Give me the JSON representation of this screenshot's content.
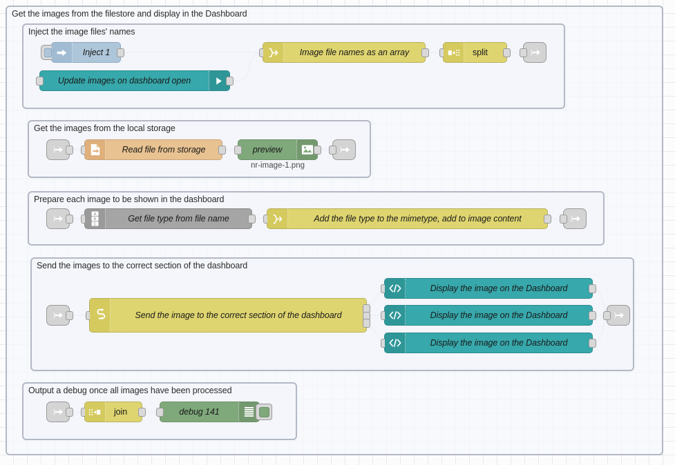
{
  "canvas": {
    "title": "Node-RED flow editor canvas"
  },
  "groups": [
    {
      "id": "outer",
      "label": "Get the images from the filestore and display in the Dashboard"
    },
    {
      "id": "inject",
      "label": "Inject the image files' names"
    },
    {
      "id": "storage",
      "label": "Get the images from the local storage"
    },
    {
      "id": "prepare",
      "label": "Prepare each image to be shown in the dashboard"
    },
    {
      "id": "send",
      "label": "Send the images to the correct section of the dashboard"
    },
    {
      "id": "debug",
      "label": "Output a debug once all images have been processed"
    }
  ],
  "nodes": {
    "inject_1": {
      "label": "Inject 1",
      "type": "inject",
      "icon": "arrow-inject-icon",
      "color": "blue"
    },
    "ui_control": {
      "label": "Update images on dashboard open",
      "type": "ui-control",
      "icon": "arrow-right-icon",
      "color": "teal"
    },
    "file_names": {
      "label": "Image file names as an array",
      "type": "function",
      "icon": "function-icon",
      "color": "yellow"
    },
    "split": {
      "label": "split",
      "type": "split",
      "icon": "split-icon",
      "color": "yellow"
    },
    "link_out_1": {
      "label": "",
      "type": "link-out",
      "icon": "link-out-icon",
      "color": "grey"
    },
    "link_in_2": {
      "label": "",
      "type": "link-in",
      "icon": "link-in-icon",
      "color": "grey"
    },
    "read_file": {
      "label": "Read file from storage",
      "type": "file-in",
      "icon": "file-icon",
      "color": "orange"
    },
    "preview": {
      "label": "preview",
      "type": "image-preview",
      "icon": "image-icon",
      "color": "green",
      "sublabel": "nr-image-1.png"
    },
    "link_out_2": {
      "label": "",
      "type": "link-out",
      "icon": "link-out-icon",
      "color": "grey"
    },
    "link_in_3": {
      "label": "",
      "type": "link-in",
      "icon": "link-in-icon",
      "color": "grey"
    },
    "get_file_type": {
      "label": "Get file type from file name",
      "type": "change",
      "icon": "change-abc-icon",
      "color": "grey"
    },
    "add_mimetype": {
      "label": "Add the file type to the mimetype, add to image content",
      "type": "function",
      "icon": "function-icon",
      "color": "yellow"
    },
    "link_out_3": {
      "label": "",
      "type": "link-out",
      "icon": "link-out-icon",
      "color": "grey"
    },
    "link_in_4": {
      "label": "",
      "type": "link-in",
      "icon": "link-in-icon",
      "color": "grey"
    },
    "switch_section": {
      "label": "Send the image to the correct section of the dashboard",
      "type": "switch",
      "icon": "switch-icon",
      "color": "yellow"
    },
    "display_1": {
      "label": "Display the image on the Dashboard",
      "type": "ui-template",
      "icon": "code-icon",
      "color": "teal"
    },
    "display_2": {
      "label": "Display the image on the Dashboard",
      "type": "ui-template",
      "icon": "code-icon",
      "color": "teal"
    },
    "display_3": {
      "label": "Display the image on the Dashboard",
      "type": "ui-template",
      "icon": "code-icon",
      "color": "teal"
    },
    "link_out_4": {
      "label": "",
      "type": "link-out",
      "icon": "link-out-icon",
      "color": "grey"
    },
    "link_in_5": {
      "label": "",
      "type": "link-in",
      "icon": "link-in-icon",
      "color": "grey"
    },
    "join": {
      "label": "join",
      "type": "join",
      "icon": "join-icon",
      "color": "yellow"
    },
    "debug_141": {
      "label": "debug 141",
      "type": "debug",
      "icon": "debug-lines-icon",
      "color": "green"
    }
  },
  "colors": {
    "yellow": "#dfd570",
    "teal": "#37a8ab",
    "green": "#7fa87b",
    "orange": "#e8c291",
    "grey": "#a5a5a5",
    "blue": "#aec6da",
    "group_border": "#b3b8c4",
    "wire": "#999999"
  }
}
